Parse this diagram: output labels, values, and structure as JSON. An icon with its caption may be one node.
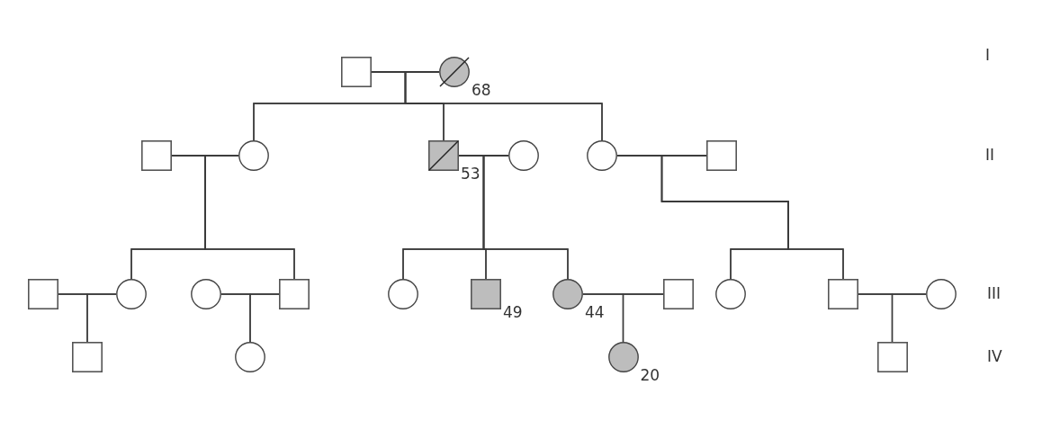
{
  "diagram": {
    "nodes": [
      {
        "text": [],
        "shape": "box"
      },
      {
        "text": [],
        "shape": "circle",
        "beside": [
          "68"
        ]
      },
      {
        "text": [],
        "shape": "box"
      },
      {
        "text": [],
        "shape": "circle"
      },
      {
        "text": [],
        "shape": "box",
        "beside": [
          "53"
        ]
      },
      {
        "text": [],
        "shape": "circle"
      },
      {
        "text": [],
        "shape": "circle"
      },
      {
        "text": [],
        "shape": "box"
      },
      {
        "text": [],
        "shape": "box"
      },
      {
        "text": [],
        "shape": "circle"
      },
      {
        "text": [],
        "shape": "circle"
      },
      {
        "text": [],
        "shape": "box"
      },
      {
        "text": [],
        "shape": "circle"
      },
      {
        "text": [],
        "shape": "box",
        "beside": [
          "49"
        ]
      },
      {
        "text": [],
        "shape": "circle",
        "beside": [
          "44"
        ]
      },
      {
        "text": [],
        "shape": "box"
      },
      {
        "text": [],
        "shape": "circle"
      },
      {
        "text": [],
        "shape": "box"
      },
      {
        "text": [],
        "shape": "circle"
      },
      {
        "text": [],
        "shape": "box"
      },
      {
        "text": [],
        "shape": "circle"
      },
      {
        "text": [],
        "shape": "circle",
        "beside": [
          "20"
        ]
      },
      {
        "text": [],
        "shape": "box"
      }
    ],
    "edges": [
      {
        "from": 0,
        "to": 1,
        "arrow": "none"
      },
      {
        "from": 2,
        "to": 3,
        "arrow": "none"
      },
      {
        "from": 4,
        "to": 5,
        "arrow": "none"
      },
      {
        "from": 6,
        "to": 7,
        "arrow": "none"
      },
      {
        "from": 8,
        "to": 9,
        "arrow": "none"
      },
      {
        "from": 10,
        "to": 11,
        "arrow": "none"
      },
      {
        "from": 14,
        "to": 15,
        "arrow": "none"
      },
      {
        "from": 17,
        "to": 18,
        "arrow": "none"
      },
      {
        "from": 0,
        "to": 3,
        "arrow": "none"
      },
      {
        "from": 1,
        "to": 3,
        "arrow": "none"
      },
      {
        "from": 0,
        "to": 4,
        "arrow": "none"
      },
      {
        "from": 1,
        "to": 4,
        "arrow": "none"
      },
      {
        "from": 0,
        "to": 6,
        "arrow": "none"
      },
      {
        "from": 1,
        "to": 6,
        "arrow": "none"
      },
      {
        "from": 2,
        "to": 9,
        "arrow": "none"
      },
      {
        "from": 3,
        "to": 9,
        "arrow": "none"
      },
      {
        "from": 2,
        "to": 11,
        "arrow": "none"
      },
      {
        "from": 3,
        "to": 11,
        "arrow": "none"
      },
      {
        "from": 4,
        "to": 12,
        "arrow": "none"
      },
      {
        "from": 5,
        "to": 12,
        "arrow": "none"
      },
      {
        "from": 4,
        "to": 13,
        "arrow": "none"
      },
      {
        "from": 5,
        "to": 13,
        "arrow": "none"
      },
      {
        "from": 4,
        "to": 14,
        "arrow": "none"
      },
      {
        "from": 5,
        "to": 14,
        "arrow": "none"
      },
      {
        "from": 6,
        "to": 16,
        "arrow": "none"
      },
      {
        "from": 7,
        "to": 16,
        "arrow": "none"
      },
      {
        "from": 6,
        "to": 17,
        "arrow": "none"
      },
      {
        "from": 7,
        "to": 17,
        "arrow": "none"
      },
      {
        "from": 8,
        "to": 19,
        "arrow": "none"
      },
      {
        "from": 9,
        "to": 19,
        "arrow": "none"
      },
      {
        "from": 10,
        "to": 20,
        "arrow": "none"
      },
      {
        "from": 11,
        "to": 20,
        "arrow": "none"
      },
      {
        "from": 14,
        "to": 21,
        "arrow": "none"
      },
      {
        "from": 15,
        "to": 21,
        "arrow": "none"
      },
      {
        "from": 17,
        "to": 22,
        "arrow": "none"
      },
      {
        "from": 18,
        "to": 22,
        "arrow": "none"
      }
    ],
    "labels": [
      "I",
      "II",
      "III",
      "IV"
    ]
  }
}
